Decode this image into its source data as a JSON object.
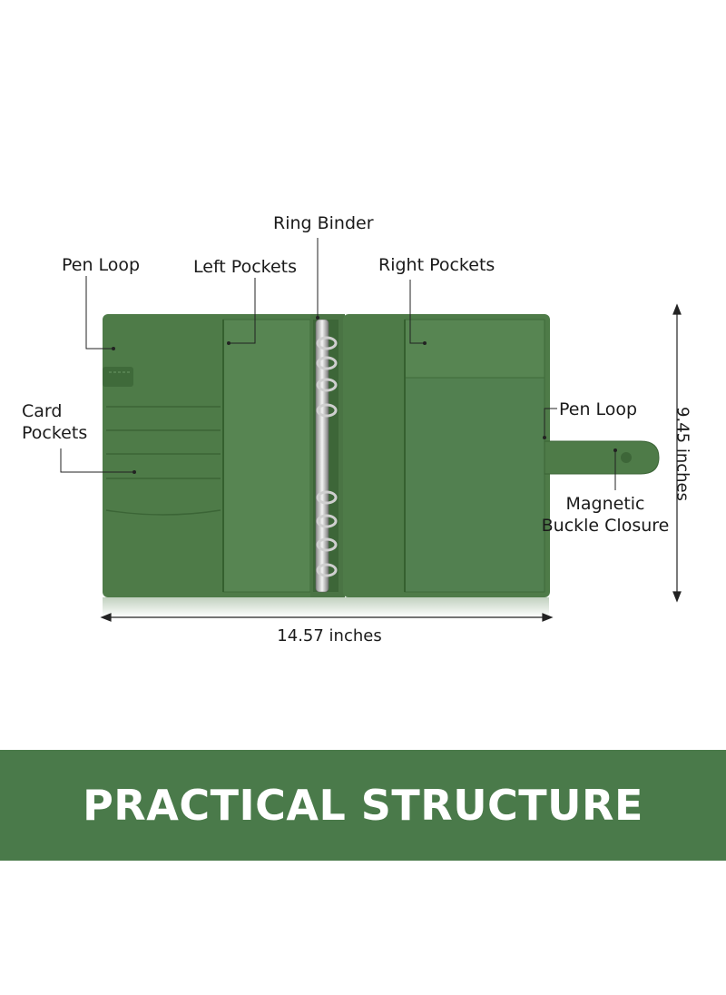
{
  "labels": {
    "ring_binder": "Ring Binder",
    "pen_loop_left": "Pen Loop",
    "left_pockets": "Left Pockets",
    "right_pockets": "Right Pockets",
    "card_pockets_line1": "Card",
    "card_pockets_line2": "Pockets",
    "pen_loop_right": "Pen Loop",
    "magnetic_line1": "Magnetic",
    "magnetic_line2": "Buckle Closure"
  },
  "dimensions": {
    "height": "9.45 inches",
    "width": "14.57 inches"
  },
  "banner": {
    "title": "PRACTICAL STRUCTURE"
  },
  "colors": {
    "binder_green": "#4e7b48",
    "banner_green": "#4a7a4a"
  }
}
